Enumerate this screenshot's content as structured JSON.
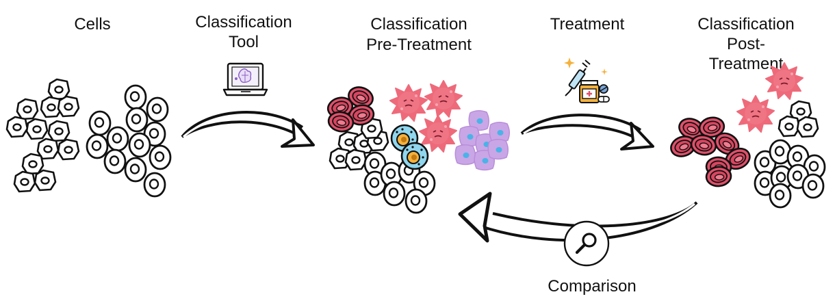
{
  "labels": {
    "cells": "Cells",
    "tool_line1": "Classification",
    "tool_line2": "Tool",
    "pre_line1": "Classification",
    "pre_line2": "Pre-Treatment",
    "treatment": "Treatment",
    "post_line1": "Classification",
    "post_line2": "Post-",
    "post_line3": "Treatment",
    "comparison": "Comparison"
  },
  "icons": {
    "tool": "laptop-icon",
    "treatment": "medicine-icon",
    "comparison": "magnifier-icon"
  },
  "colors": {
    "red_cell": "#e0506a",
    "virus": "#ee6a7a",
    "blue_cell": "#8fd6ee",
    "purple_cell": "#c9a6e6",
    "outline": "#111111"
  }
}
